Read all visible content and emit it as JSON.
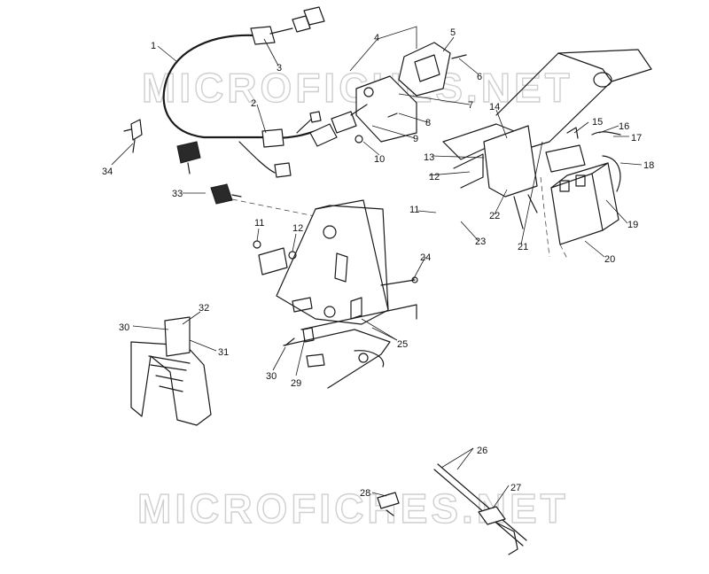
{
  "watermark": "MICROFICHES.NET",
  "callouts": {
    "c1": "1",
    "c2": "2",
    "c3": "3",
    "c4": "4",
    "c5": "5",
    "c6": "6",
    "c7": "7",
    "c8": "8",
    "c9": "9",
    "c10": "10",
    "c11a": "11",
    "c11b": "11",
    "c12a": "12",
    "c12b": "12",
    "c13": "13",
    "c14": "14",
    "c15": "15",
    "c16": "16",
    "c17": "17",
    "c18": "18",
    "c19": "19",
    "c20": "20",
    "c21": "21",
    "c22": "22",
    "c23": "23",
    "c24": "24",
    "c25": "25",
    "c26": "26",
    "c27": "27",
    "c28": "28",
    "c29": "29",
    "c30a": "30",
    "c30b": "30",
    "c31": "31",
    "c32": "32",
    "c33": "33",
    "c34": "34"
  }
}
